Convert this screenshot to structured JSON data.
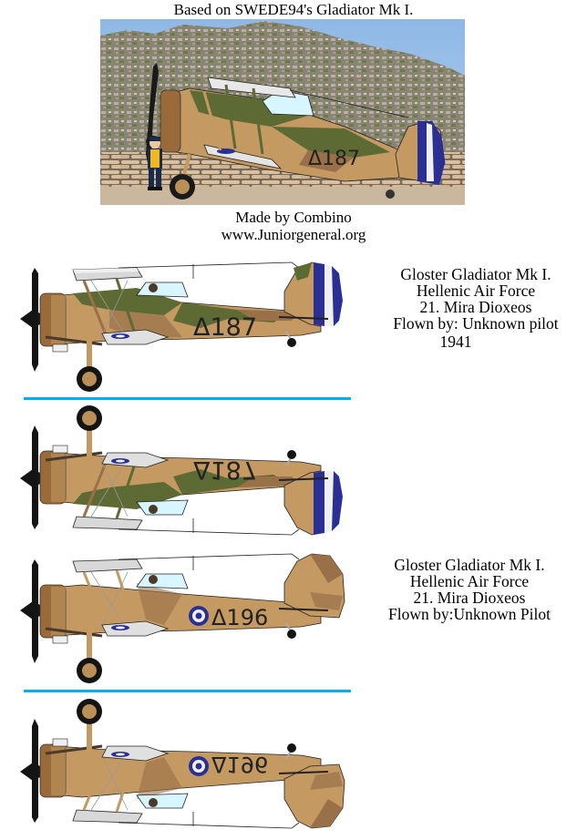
{
  "header": {
    "credit_line": "Based on SWEDE94's Gladiator Mk I.",
    "made_by": "Made by Combino",
    "website": "www.Juniorgeneral.org"
  },
  "photo": {
    "description": "Gladiator in front of rocky mountain with crewman",
    "serial": "Δ187"
  },
  "miniatures": [
    {
      "caption": {
        "line1": "Gloster Gladiator Mk I.",
        "line2": "Hellenic Air Force",
        "line3": "21. Mira Dioxeos",
        "line4": "Flown by: Unknown pilot",
        "line5": "1941"
      },
      "serial": "Δ187",
      "serial_mirrored": "Δ187",
      "scheme": "dark-earth-green",
      "rudder": "greek-flag-stripes"
    },
    {
      "caption": {
        "line1": "Gloster Gladiator Mk I.",
        "line2": "Hellenic Air Force",
        "line3": "21. Mira Dioxeos",
        "line4": "Flown by:Unknown Pilot"
      },
      "serial": "Δ196",
      "serial_mirrored": "Δ196",
      "scheme": "desert-sand",
      "rudder": "camouflage"
    }
  ],
  "colors": {
    "divider": "#00b0f0",
    "sand": "#c49a62",
    "sand_light": "#d0aa72",
    "earth": "#9a7048",
    "green": "#5e6a34",
    "greek_blue": "#2a2f94",
    "white": "#f0f0f0",
    "silver": "#d8d8d8",
    "black": "#141414",
    "glass": "#d8f6ff"
  }
}
